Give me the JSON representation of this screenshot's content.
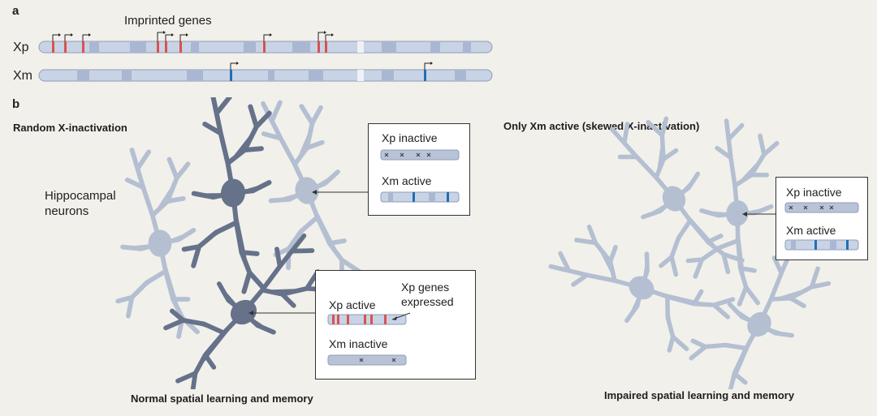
{
  "panel_a": {
    "label": "a",
    "imprinted_genes_label": "Imprinted genes",
    "xp_label": "Xp",
    "xm_label": "Xm",
    "colors": {
      "xp_gene": "#d9534f",
      "xm_gene": "#1f6fb5",
      "chromosome": "#c9d3e6",
      "band": "#aab7d2"
    }
  },
  "panel_b": {
    "label": "b",
    "left": {
      "heading": "Random X-inactivation",
      "neuron_label": "Hippocampal\nneurons",
      "box_top": {
        "xp_label": "Xp inactive",
        "xm_label": "Xm active"
      },
      "box_bottom": {
        "xp_label": "Xp active",
        "xm_label": "Xm inactive",
        "callout": "Xp genes\nexpressed"
      },
      "caption": "Normal spatial learning and memory"
    },
    "right": {
      "heading": "Only Xm active (skewed X-inactivation)",
      "box": {
        "xp_label": "Xp inactive",
        "xm_label": "Xm active"
      },
      "caption": "Impaired spatial learning and memory"
    },
    "colors": {
      "light_neuron": "#b4bfd2",
      "dark_neuron": "#66718a"
    }
  }
}
